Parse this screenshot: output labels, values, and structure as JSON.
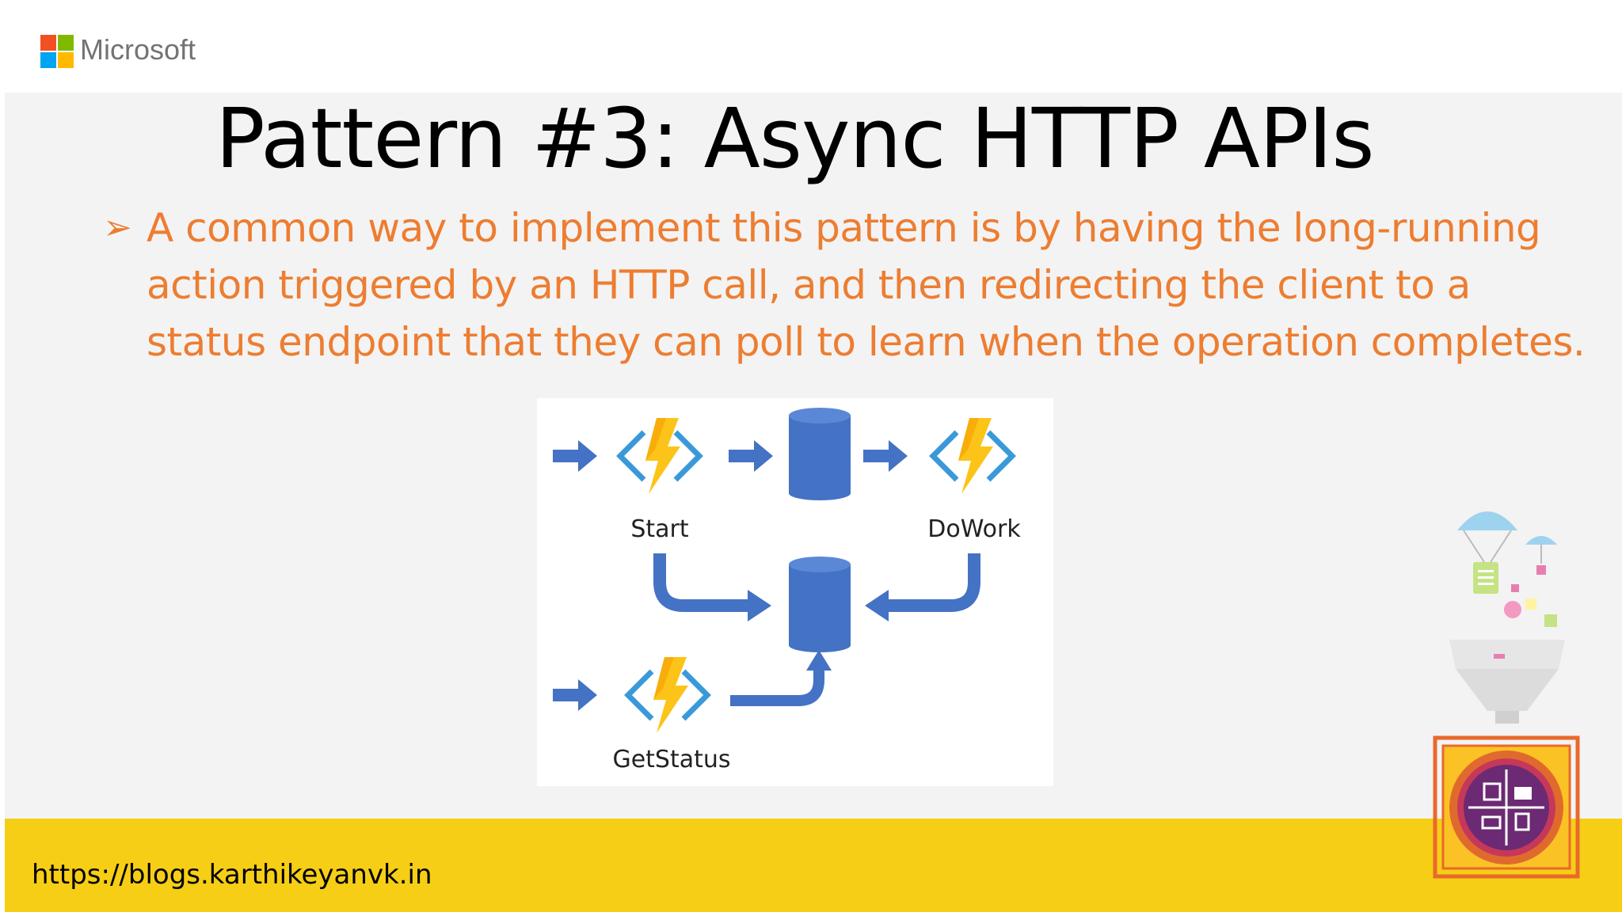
{
  "header": {
    "logo_text": "Microsoft"
  },
  "slide": {
    "title": "Pattern #3: Async HTTP APIs",
    "bullet": "A common way to implement this pattern is by having the long-running action triggered by an HTTP call, and then redirecting the client to a status endpoint that they can poll to learn when the operation completes."
  },
  "diagram": {
    "labels": {
      "start": "Start",
      "dowork": "DoWork",
      "getstatus": "GetStatus"
    }
  },
  "footer": {
    "url": "https://blogs.karthikeyanvk.in"
  },
  "colors": {
    "accent_orange": "#ed7d31",
    "footer_yellow": "#f6ce15",
    "arrow_blue": "#4472c4",
    "bolt_yellow": "#fcc419"
  }
}
